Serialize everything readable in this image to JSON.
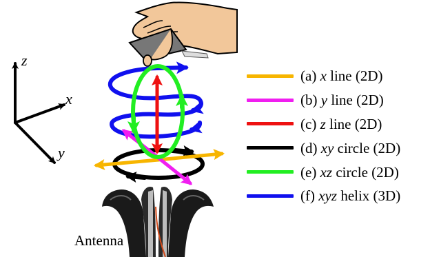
{
  "axes": {
    "z": "z",
    "x": "x",
    "y": "y"
  },
  "antenna_label": "Antenna",
  "legend": [
    {
      "prefix": "(a) ",
      "var": "x",
      "suffix": " line (2D)",
      "color": "#F7B500"
    },
    {
      "prefix": "(b) ",
      "var": "y",
      "suffix": " line (2D)",
      "color": "#F01EF0"
    },
    {
      "prefix": "(c) ",
      "var": "z",
      "suffix": " line (2D)",
      "color": "#EE1111"
    },
    {
      "prefix": "(d) ",
      "var": "xy",
      "suffix": " circle (2D)",
      "color": "#000000"
    },
    {
      "prefix": "(e) ",
      "var": "xz",
      "suffix": " circle (2D)",
      "color": "#22EE22"
    },
    {
      "prefix": "(f) ",
      "var": "xyz",
      "suffix": " helix (3D)",
      "color": "#1010EE"
    }
  ],
  "colors": {
    "x_line": "#F7B500",
    "y_line": "#F01EF0",
    "z_line": "#EE1111",
    "xy_circle": "#000000",
    "xz_circle": "#22EE22",
    "helix": "#1010EE",
    "hand": "#F2C79A",
    "antenna": "#1A1A1A"
  },
  "icons": [
    "hand-holding-card-icon",
    "antenna-icon"
  ]
}
